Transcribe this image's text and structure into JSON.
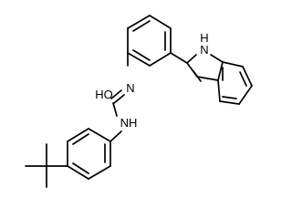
{
  "molecule": {
    "labels": {
      "indole_nh": "H",
      "indole_n": "N",
      "urea_n_top": "N",
      "urea_oh": "HO",
      "urea_nh": "NH"
    }
  }
}
